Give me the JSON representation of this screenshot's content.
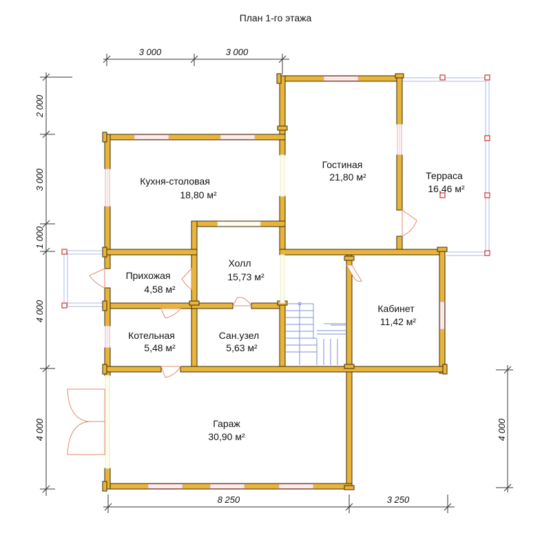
{
  "title": "План 1-го этажа",
  "rooms": [
    {
      "id": "kitchen",
      "name": "Кухня-столовая",
      "area": "18,80 м²"
    },
    {
      "id": "living",
      "name": "Гостиная",
      "area": "21,80 м²"
    },
    {
      "id": "terrace",
      "name": "Терраса",
      "area": "16,46 м²"
    },
    {
      "id": "hall",
      "name": "Холл",
      "area": "15,73 м²"
    },
    {
      "id": "entry",
      "name": "Прихожая",
      "area": "4,58 м²"
    },
    {
      "id": "boiler",
      "name": "Котельная",
      "area": "5,48 м²"
    },
    {
      "id": "bath",
      "name": "Сан.узел",
      "area": "5,63 м²"
    },
    {
      "id": "study",
      "name": "Кабинет",
      "area": "11,42 м²"
    },
    {
      "id": "garage",
      "name": "Гараж",
      "area": "30,90 м²"
    }
  ],
  "dimensions": {
    "top": [
      "3 000",
      "3 000"
    ],
    "left": [
      "2 000",
      "3 000",
      "1 000",
      "4 000",
      "4 000"
    ],
    "bottom": [
      "8 250",
      "3 250"
    ],
    "right": [
      "4 000"
    ]
  },
  "colors": {
    "wall": "#e8b43a",
    "window": "#e7a7a7",
    "terrace_rail": "#aab8e0",
    "stairs": "#7d8fd8"
  }
}
